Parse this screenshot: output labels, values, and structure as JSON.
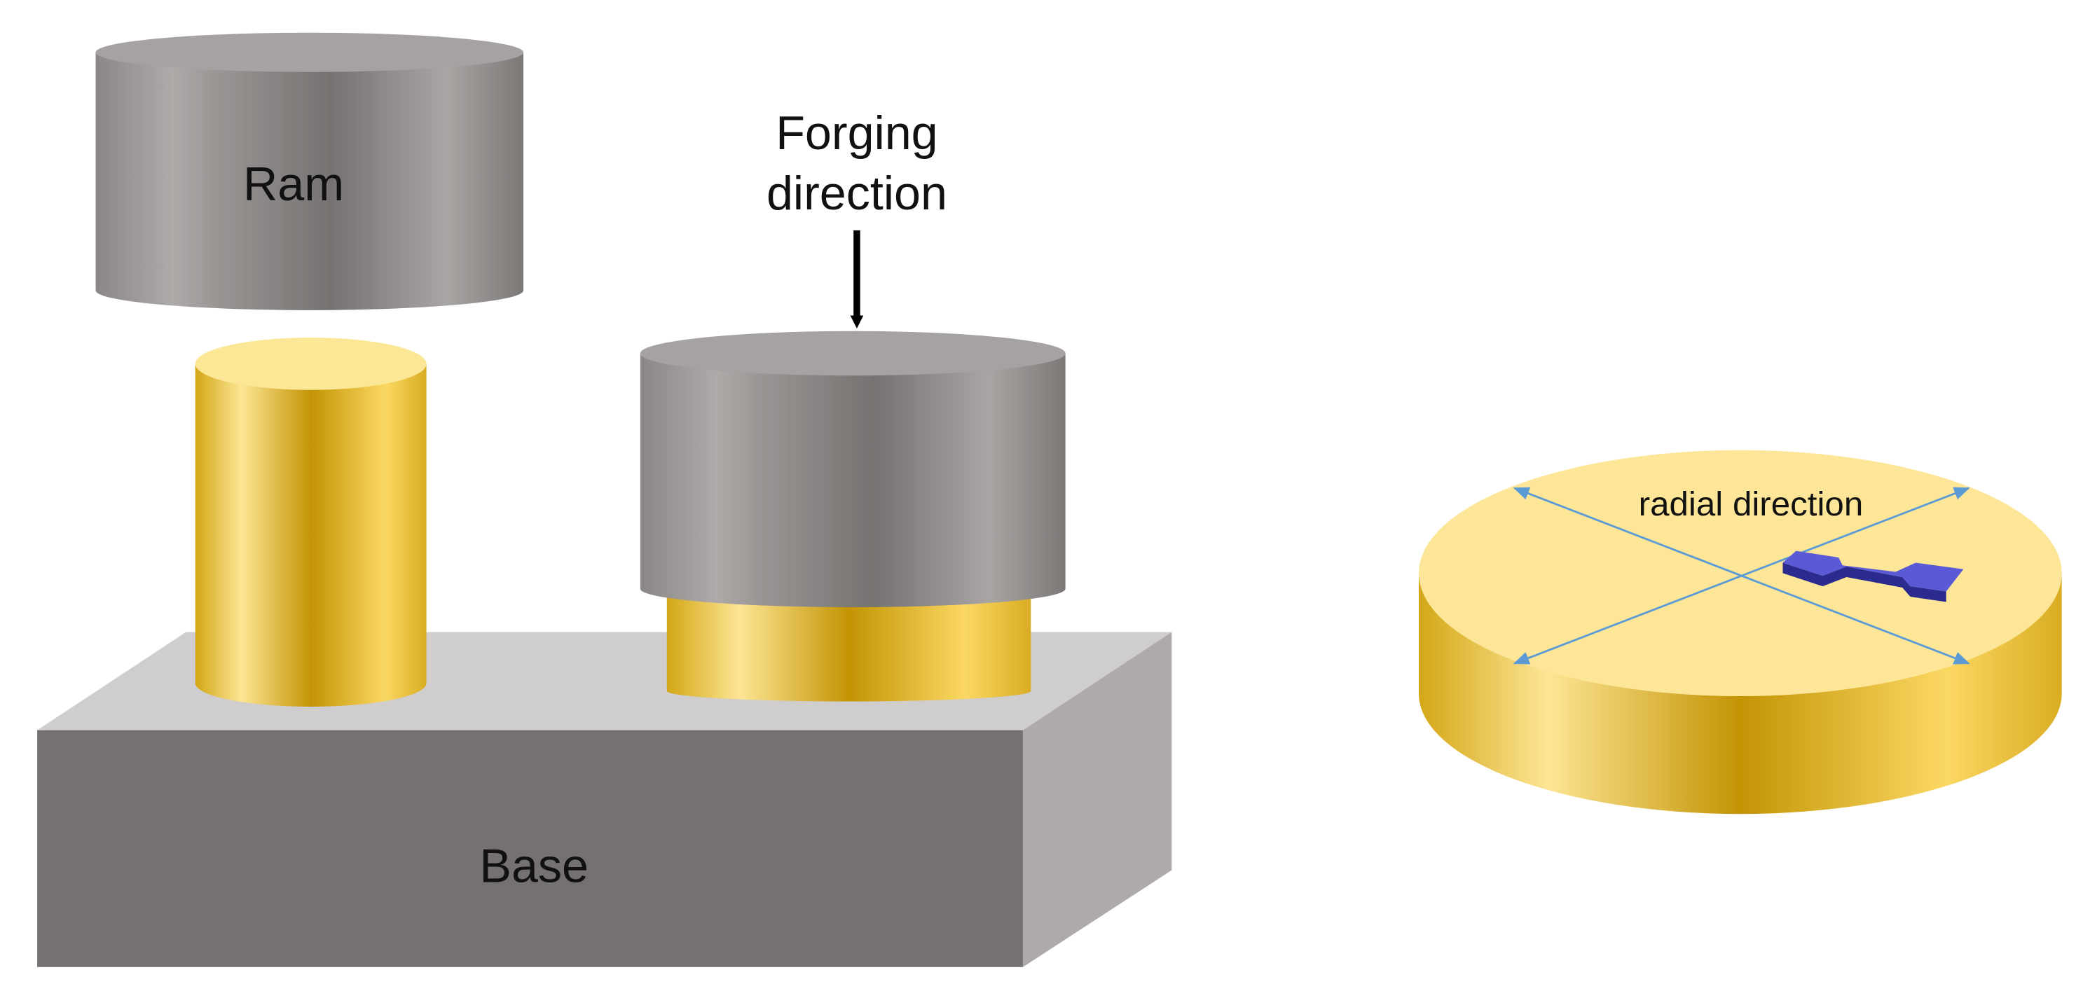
{
  "labels": {
    "ram": "Ram",
    "forging_direction_line1": "Forging",
    "forging_direction_line2": "direction",
    "base": "Base",
    "radial_direction": "radial direction"
  },
  "colors": {
    "steel_light": "#b0acab",
    "steel_dark": "#767271",
    "steel_top": "#a6a2a1",
    "gold_light": "#fde89a",
    "gold_dark": "#c39404",
    "gold_top": "#fce796",
    "base_top": "#cfcdcd",
    "base_front": "#757170",
    "base_side": "#aeaaa9",
    "arrow": "#5b9bd5",
    "specimen": "#5a5ad6"
  }
}
